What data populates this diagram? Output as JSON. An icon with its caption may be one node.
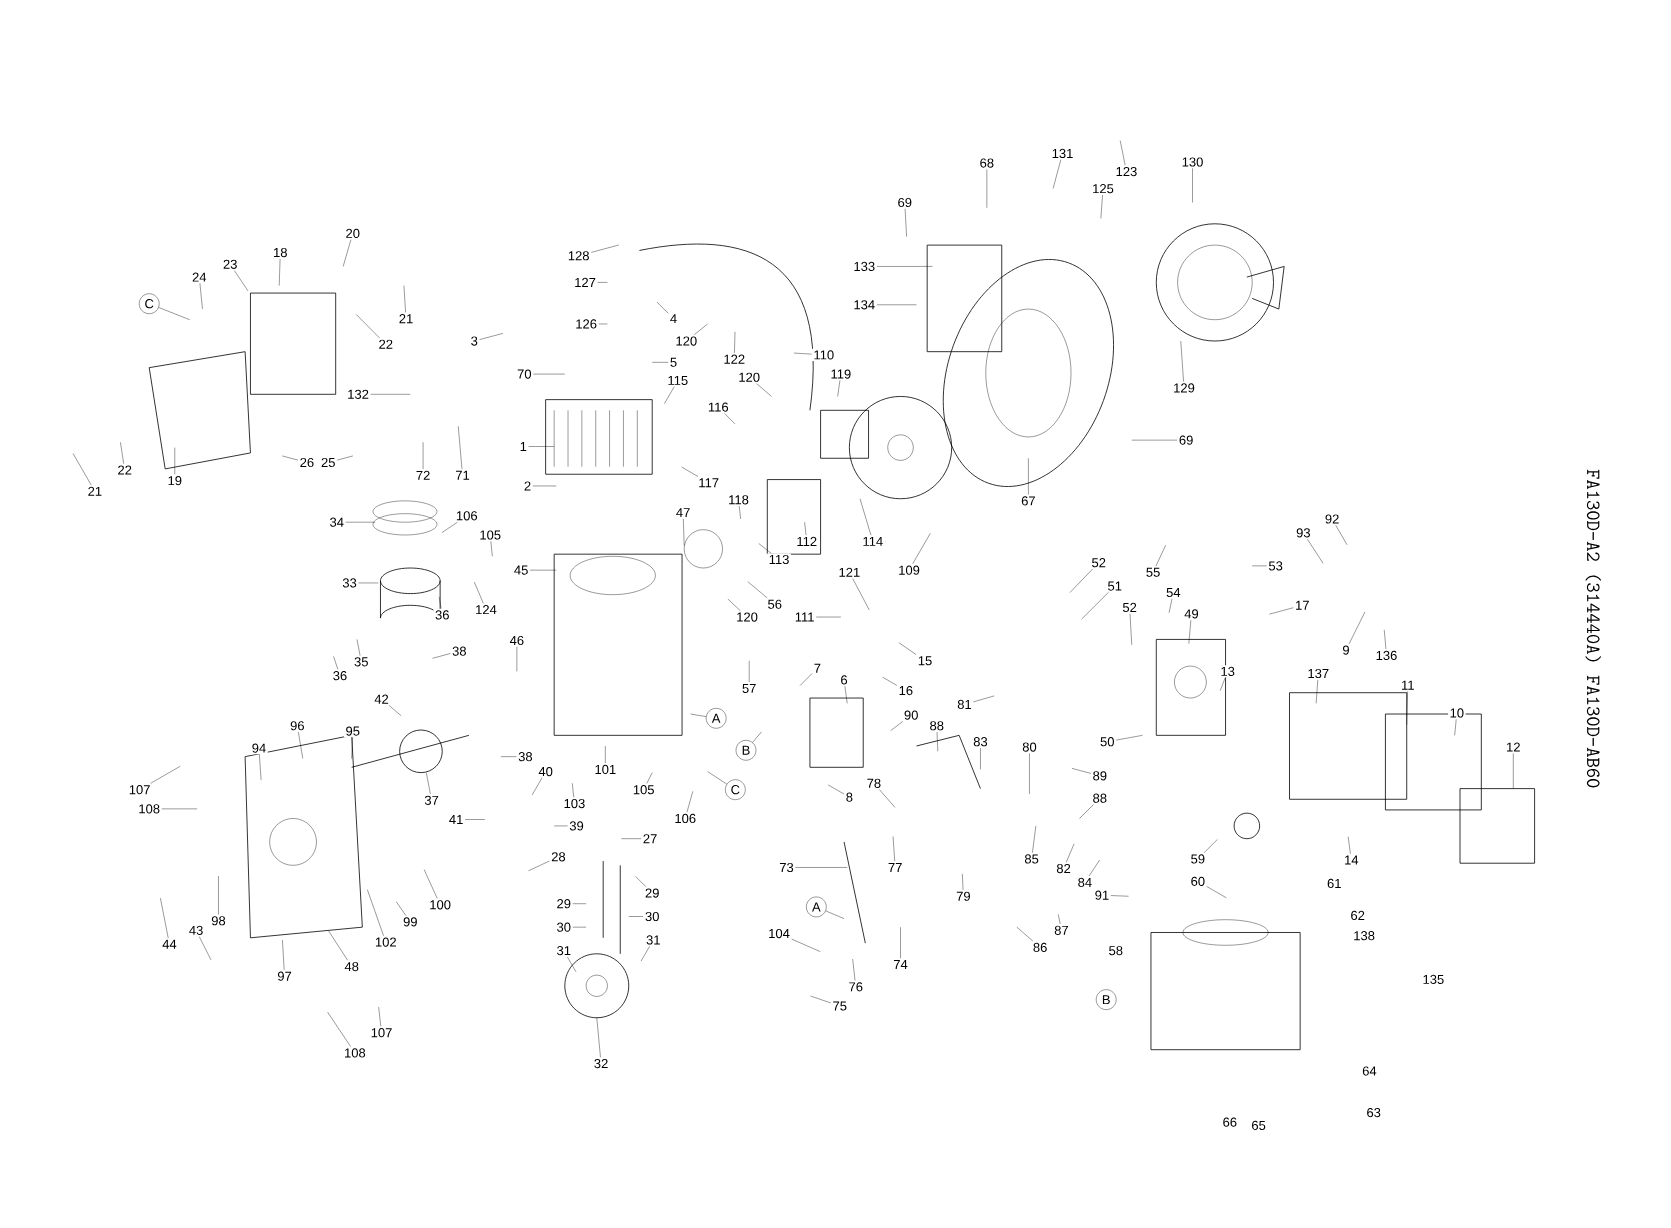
{
  "diagram": {
    "title": "FA130D-A2 (314440A) FA130D-AB60",
    "nodes": [
      {
        "text": [
          "131"
        ]
      },
      {
        "text": [
          "68"
        ]
      },
      {
        "text": [
          "123"
        ]
      },
      {
        "text": [
          "130"
        ]
      },
      {
        "text": [
          "125"
        ]
      },
      {
        "text": [
          "20"
        ]
      },
      {
        "text": [
          "69"
        ]
      },
      {
        "text": [
          "128"
        ]
      },
      {
        "text": [
          "23"
        ]
      },
      {
        "text": [
          "18"
        ]
      },
      {
        "text": [
          "24"
        ]
      },
      {
        "text": [
          "C"
        ]
      },
      {
        "text": [
          "133"
        ]
      },
      {
        "text": [
          "127"
        ]
      },
      {
        "text": [
          "21"
        ]
      },
      {
        "text": [
          "22"
        ]
      },
      {
        "text": [
          "134"
        ]
      },
      {
        "text": [
          "4"
        ]
      },
      {
        "text": [
          "126"
        ]
      },
      {
        "text": [
          "3"
        ]
      },
      {
        "text": [
          "120"
        ]
      },
      {
        "text": [
          "122"
        ]
      },
      {
        "text": [
          "5"
        ]
      },
      {
        "text": [
          "70"
        ]
      },
      {
        "text": [
          "110"
        ]
      },
      {
        "text": [
          "119"
        ]
      },
      {
        "text": [
          "120"
        ]
      },
      {
        "text": [
          "115"
        ]
      },
      {
        "text": [
          "116"
        ]
      },
      {
        "text": [
          "132"
        ]
      },
      {
        "text": [
          "129"
        ]
      },
      {
        "text": [
          "69"
        ]
      },
      {
        "text": [
          "21"
        ]
      },
      {
        "text": [
          "22"
        ]
      },
      {
        "text": [
          "19"
        ]
      },
      {
        "text": [
          "26"
        ]
      },
      {
        "text": [
          "25"
        ]
      },
      {
        "text": [
          "72"
        ]
      },
      {
        "text": [
          "71"
        ]
      },
      {
        "text": [
          "1"
        ]
      },
      {
        "text": [
          "2"
        ]
      },
      {
        "text": [
          "67"
        ]
      },
      {
        "text": [
          "109"
        ]
      },
      {
        "text": [
          "114"
        ]
      },
      {
        "text": [
          "117"
        ]
      },
      {
        "text": [
          "118"
        ]
      },
      {
        "text": [
          "112"
        ]
      },
      {
        "text": [
          "113"
        ]
      },
      {
        "text": [
          "121"
        ]
      },
      {
        "text": [
          "111"
        ]
      },
      {
        "text": [
          "34"
        ]
      },
      {
        "text": [
          "106"
        ]
      },
      {
        "text": [
          "105"
        ]
      },
      {
        "text": [
          "47"
        ]
      },
      {
        "text": [
          "45"
        ]
      },
      {
        "text": [
          "33"
        ]
      },
      {
        "text": [
          "36"
        ]
      },
      {
        "text": [
          "124"
        ]
      },
      {
        "text": [
          "120"
        ]
      },
      {
        "text": [
          "56"
        ]
      },
      {
        "text": [
          "38"
        ]
      },
      {
        "text": [
          "36"
        ]
      },
      {
        "text": [
          "35"
        ]
      },
      {
        "text": [
          "46"
        ]
      },
      {
        "text": [
          "57"
        ]
      },
      {
        "text": [
          "42"
        ]
      },
      {
        "text": [
          "A"
        ]
      },
      {
        "text": [
          "B"
        ]
      },
      {
        "text": [
          "101"
        ]
      },
      {
        "text": [
          "C"
        ]
      },
      {
        "text": [
          "96"
        ]
      },
      {
        "text": [
          "94"
        ]
      },
      {
        "text": [
          "95"
        ]
      },
      {
        "text": [
          "38"
        ]
      },
      {
        "text": [
          "40"
        ]
      },
      {
        "text": [
          "107"
        ]
      },
      {
        "text": [
          "108"
        ]
      },
      {
        "text": [
          "37"
        ]
      },
      {
        "text": [
          "103"
        ]
      },
      {
        "text": [
          "105"
        ]
      },
      {
        "text": [
          "106"
        ]
      },
      {
        "text": [
          "41"
        ]
      },
      {
        "text": [
          "39"
        ]
      },
      {
        "text": [
          "28"
        ]
      },
      {
        "text": [
          "27"
        ]
      },
      {
        "text": [
          "29"
        ]
      },
      {
        "text": [
          "29"
        ]
      },
      {
        "text": [
          "30"
        ]
      },
      {
        "text": [
          "30"
        ]
      },
      {
        "text": [
          "31"
        ]
      },
      {
        "text": [
          "31"
        ]
      },
      {
        "text": [
          "32"
        ]
      },
      {
        "text": [
          "44"
        ]
      },
      {
        "text": [
          "43"
        ]
      },
      {
        "text": [
          "98"
        ]
      },
      {
        "text": [
          "97"
        ]
      },
      {
        "text": [
          "48"
        ]
      },
      {
        "text": [
          "102"
        ]
      },
      {
        "text": [
          "99"
        ]
      },
      {
        "text": [
          "100"
        ]
      },
      {
        "text": [
          "108"
        ]
      },
      {
        "text": [
          "107"
        ]
      },
      {
        "text": [
          "15"
        ]
      },
      {
        "text": [
          "16"
        ]
      },
      {
        "text": [
          "7"
        ]
      },
      {
        "text": [
          "6"
        ]
      },
      {
        "text": [
          "8"
        ]
      },
      {
        "text": [
          "90"
        ]
      },
      {
        "text": [
          "88"
        ]
      },
      {
        "text": [
          "81"
        ]
      },
      {
        "text": [
          "83"
        ]
      },
      {
        "text": [
          "80"
        ]
      },
      {
        "text": [
          "89"
        ]
      },
      {
        "text": [
          "88"
        ]
      },
      {
        "text": [
          "78"
        ]
      },
      {
        "text": [
          "77"
        ]
      },
      {
        "text": [
          "79"
        ]
      },
      {
        "text": [
          "73"
        ]
      },
      {
        "text": [
          "A"
        ]
      },
      {
        "text": [
          "104"
        ]
      },
      {
        "text": [
          "74"
        ]
      },
      {
        "text": [
          "75"
        ]
      },
      {
        "text": [
          "76"
        ]
      },
      {
        "text": [
          "85"
        ]
      },
      {
        "text": [
          "82"
        ]
      },
      {
        "text": [
          "84"
        ]
      },
      {
        "text": [
          "91"
        ]
      },
      {
        "text": [
          "86"
        ]
      },
      {
        "text": [
          "87"
        ]
      },
      {
        "text": [
          "52"
        ]
      },
      {
        "text": [
          "51"
        ]
      },
      {
        "text": [
          "52"
        ]
      },
      {
        "text": [
          "55"
        ]
      },
      {
        "text": [
          "54"
        ]
      },
      {
        "text": [
          "49"
        ]
      },
      {
        "text": [
          "13"
        ]
      },
      {
        "text": [
          "50"
        ]
      },
      {
        "text": [
          "53"
        ]
      },
      {
        "text": [
          "93"
        ]
      },
      {
        "text": [
          "92"
        ]
      },
      {
        "text": [
          "17"
        ]
      },
      {
        "text": [
          "9"
        ]
      },
      {
        "text": [
          "137"
        ]
      },
      {
        "text": [
          "136"
        ]
      },
      {
        "text": [
          "11"
        ]
      },
      {
        "text": [
          "10"
        ]
      },
      {
        "text": [
          "12"
        ]
      },
      {
        "text": [
          "14"
        ]
      },
      {
        "text": [
          "59"
        ]
      },
      {
        "text": [
          "60"
        ]
      },
      {
        "text": [
          "61"
        ]
      },
      {
        "text": [
          "62"
        ]
      },
      {
        "text": [
          "138"
        ]
      },
      {
        "text": [
          "58"
        ]
      },
      {
        "text": [
          "135"
        ]
      },
      {
        "text": [
          "B"
        ]
      },
      {
        "text": [
          "64"
        ]
      },
      {
        "text": [
          "63"
        ]
      },
      {
        "text": [
          "66"
        ]
      },
      {
        "text": [
          "65"
        ]
      }
    ],
    "edges": [
      {
        "from": 0,
        "to": null,
        "arrow": "none"
      },
      {
        "from": 1,
        "to": null,
        "arrow": "none"
      },
      {
        "from": 2,
        "to": null,
        "arrow": "none"
      },
      {
        "from": 3,
        "to": null,
        "arrow": "none"
      },
      {
        "from": 4,
        "to": null,
        "arrow": "none"
      },
      {
        "from": 5,
        "to": null,
        "arrow": "none"
      },
      {
        "from": 6,
        "to": null,
        "arrow": "none"
      },
      {
        "from": 7,
        "to": null,
        "arrow": "none"
      },
      {
        "from": 8,
        "to": null,
        "arrow": "none"
      },
      {
        "from": 9,
        "to": null,
        "arrow": "none"
      },
      {
        "from": 10,
        "to": null,
        "arrow": "none"
      },
      {
        "from": 11,
        "to": null,
        "arrow": "none"
      },
      {
        "from": 12,
        "to": null,
        "arrow": "none"
      },
      {
        "from": 13,
        "to": null,
        "arrow": "none"
      },
      {
        "from": 14,
        "to": null,
        "arrow": "none"
      },
      {
        "from": 15,
        "to": null,
        "arrow": "none"
      },
      {
        "from": 16,
        "to": null,
        "arrow": "none"
      },
      {
        "from": 17,
        "to": null,
        "arrow": "none"
      },
      {
        "from": 18,
        "to": null,
        "arrow": "none"
      },
      {
        "from": 19,
        "to": null,
        "arrow": "none"
      },
      {
        "from": 20,
        "to": null,
        "arrow": "none"
      },
      {
        "from": 21,
        "to": null,
        "arrow": "none"
      },
      {
        "from": 22,
        "to": null,
        "arrow": "none"
      },
      {
        "from": 23,
        "to": null,
        "arrow": "none"
      },
      {
        "from": 24,
        "to": null,
        "arrow": "none"
      },
      {
        "from": 25,
        "to": null,
        "arrow": "none"
      },
      {
        "from": 26,
        "to": null,
        "arrow": "none"
      },
      {
        "from": 27,
        "to": null,
        "arrow": "none"
      },
      {
        "from": 28,
        "to": null,
        "arrow": "none"
      },
      {
        "from": 29,
        "to": null,
        "arrow": "none"
      },
      {
        "from": 30,
        "to": null,
        "arrow": "none"
      },
      {
        "from": 31,
        "to": null,
        "arrow": "none"
      },
      {
        "from": 32,
        "to": null,
        "arrow": "none"
      },
      {
        "from": 33,
        "to": null,
        "arrow": "none"
      },
      {
        "from": 34,
        "to": null,
        "arrow": "none"
      },
      {
        "from": 35,
        "to": null,
        "arrow": "none"
      },
      {
        "from": 36,
        "to": null,
        "arrow": "none"
      },
      {
        "from": 37,
        "to": null,
        "arrow": "none"
      },
      {
        "from": 38,
        "to": null,
        "arrow": "none"
      },
      {
        "from": 39,
        "to": null,
        "arrow": "none"
      },
      {
        "from": 40,
        "to": null,
        "arrow": "none"
      },
      {
        "from": 41,
        "to": null,
        "arrow": "none"
      },
      {
        "from": 42,
        "to": null,
        "arrow": "none"
      },
      {
        "from": 43,
        "to": null,
        "arrow": "none"
      },
      {
        "from": 44,
        "to": null,
        "arrow": "none"
      },
      {
        "from": 45,
        "to": null,
        "arrow": "none"
      },
      {
        "from": 46,
        "to": null,
        "arrow": "none"
      },
      {
        "from": 47,
        "to": null,
        "arrow": "none"
      },
      {
        "from": 48,
        "to": null,
        "arrow": "none"
      },
      {
        "from": 49,
        "to": null,
        "arrow": "none"
      },
      {
        "from": 50,
        "to": null,
        "arrow": "none"
      },
      {
        "from": 51,
        "to": null,
        "arrow": "none"
      },
      {
        "from": 52,
        "to": null,
        "arrow": "none"
      },
      {
        "from": 53,
        "to": null,
        "arrow": "none"
      },
      {
        "from": 54,
        "to": null,
        "arrow": "none"
      },
      {
        "from": 55,
        "to": null,
        "arrow": "none"
      },
      {
        "from": 56,
        "to": null,
        "arrow": "none"
      },
      {
        "from": 57,
        "to": null,
        "arrow": "none"
      },
      {
        "from": 58,
        "to": null,
        "arrow": "none"
      },
      {
        "from": 59,
        "to": null,
        "arrow": "none"
      },
      {
        "from": 60,
        "to": null,
        "arrow": "none"
      },
      {
        "from": 61,
        "to": null,
        "arrow": "none"
      },
      {
        "from": 62,
        "to": null,
        "arrow": "none"
      },
      {
        "from": 63,
        "to": null,
        "arrow": "none"
      },
      {
        "from": 64,
        "to": null,
        "arrow": "none"
      },
      {
        "from": 65,
        "to": null,
        "arrow": "none"
      },
      {
        "from": 66,
        "to": null,
        "arrow": "none"
      },
      {
        "from": 67,
        "to": null,
        "arrow": "none"
      },
      {
        "from": 68,
        "to": null,
        "arrow": "none"
      },
      {
        "from": 69,
        "to": null,
        "arrow": "none"
      },
      {
        "from": 70,
        "to": null,
        "arrow": "none"
      },
      {
        "from": 71,
        "to": null,
        "arrow": "none"
      },
      {
        "from": 72,
        "to": null,
        "arrow": "none"
      },
      {
        "from": 73,
        "to": null,
        "arrow": "none"
      },
      {
        "from": 74,
        "to": null,
        "arrow": "none"
      },
      {
        "from": 75,
        "to": null,
        "arrow": "none"
      },
      {
        "from": 76,
        "to": null,
        "arrow": "none"
      },
      {
        "from": 77,
        "to": null,
        "arrow": "none"
      },
      {
        "from": 78,
        "to": null,
        "arrow": "none"
      },
      {
        "from": 79,
        "to": null,
        "arrow": "none"
      },
      {
        "from": 80,
        "to": null,
        "arrow": "none"
      },
      {
        "from": 81,
        "to": null,
        "arrow": "none"
      },
      {
        "from": 82,
        "to": null,
        "arrow": "none"
      },
      {
        "from": 83,
        "to": null,
        "arrow": "none"
      },
      {
        "from": 84,
        "to": null,
        "arrow": "none"
      },
      {
        "from": 85,
        "to": null,
        "arrow": "none"
      },
      {
        "from": 86,
        "to": null,
        "arrow": "none"
      },
      {
        "from": 87,
        "to": null,
        "arrow": "none"
      },
      {
        "from": 88,
        "to": null,
        "arrow": "none"
      },
      {
        "from": 89,
        "to": null,
        "arrow": "none"
      },
      {
        "from": 90,
        "to": null,
        "arrow": "none"
      },
      {
        "from": 91,
        "to": null,
        "arrow": "none"
      },
      {
        "from": 92,
        "to": null,
        "arrow": "none"
      },
      {
        "from": 93,
        "to": null,
        "arrow": "none"
      },
      {
        "from": 94,
        "to": null,
        "arrow": "none"
      },
      {
        "from": 95,
        "to": null,
        "arrow": "none"
      },
      {
        "from": 96,
        "to": null,
        "arrow": "none"
      },
      {
        "from": 97,
        "to": null,
        "arrow": "none"
      },
      {
        "from": 98,
        "to": null,
        "arrow": "none"
      },
      {
        "from": 99,
        "to": null,
        "arrow": "none"
      },
      {
        "from": 100,
        "to": null,
        "arrow": "none"
      },
      {
        "from": 101,
        "to": null,
        "arrow": "none"
      },
      {
        "from": 102,
        "to": null,
        "arrow": "none"
      },
      {
        "from": 103,
        "to": null,
        "arrow": "none"
      },
      {
        "from": 104,
        "to": null,
        "arrow": "none"
      },
      {
        "from": 105,
        "to": null,
        "arrow": "none"
      },
      {
        "from": 106,
        "to": null,
        "arrow": "none"
      },
      {
        "from": 107,
        "to": null,
        "arrow": "none"
      },
      {
        "from": 108,
        "to": null,
        "arrow": "none"
      },
      {
        "from": 109,
        "to": null,
        "arrow": "none"
      },
      {
        "from": 110,
        "to": null,
        "arrow": "none"
      },
      {
        "from": 111,
        "to": null,
        "arrow": "none"
      },
      {
        "from": 112,
        "to": null,
        "arrow": "none"
      },
      {
        "from": 113,
        "to": null,
        "arrow": "none"
      },
      {
        "from": 114,
        "to": null,
        "arrow": "none"
      },
      {
        "from": 115,
        "to": null,
        "arrow": "none"
      },
      {
        "from": 116,
        "to": null,
        "arrow": "none"
      },
      {
        "from": 117,
        "to": null,
        "arrow": "none"
      },
      {
        "from": 118,
        "to": null,
        "arrow": "none"
      },
      {
        "from": 119,
        "to": null,
        "arrow": "none"
      },
      {
        "from": 120,
        "to": null,
        "arrow": "none"
      },
      {
        "from": 121,
        "to": null,
        "arrow": "none"
      },
      {
        "from": 122,
        "to": null,
        "arrow": "none"
      },
      {
        "from": 123,
        "to": null,
        "arrow": "none"
      },
      {
        "from": 124,
        "to": null,
        "arrow": "none"
      },
      {
        "from": 125,
        "to": null,
        "arrow": "none"
      },
      {
        "from": 126,
        "to": null,
        "arrow": "none"
      },
      {
        "from": 127,
        "to": null,
        "arrow": "none"
      },
      {
        "from": 128,
        "to": null,
        "arrow": "none"
      },
      {
        "from": 129,
        "to": null,
        "arrow": "none"
      },
      {
        "from": 130,
        "to": null,
        "arrow": "none"
      },
      {
        "from": 131,
        "to": null,
        "arrow": "none"
      },
      {
        "from": 132,
        "to": null,
        "arrow": "none"
      },
      {
        "from": 133,
        "to": null,
        "arrow": "none"
      },
      {
        "from": 134,
        "to": null,
        "arrow": "none"
      },
      {
        "from": 135,
        "to": null,
        "arrow": "none"
      },
      {
        "from": 136,
        "to": null,
        "arrow": "none"
      },
      {
        "from": 137,
        "to": null,
        "arrow": "none"
      },
      {
        "from": 138,
        "to": null,
        "arrow": "none"
      },
      {
        "from": 139,
        "to": null,
        "arrow": "none"
      },
      {
        "from": 140,
        "to": null,
        "arrow": "none"
      },
      {
        "from": 141,
        "to": null,
        "arrow": "none"
      },
      {
        "from": 142,
        "to": null,
        "arrow": "none"
      },
      {
        "from": 143,
        "to": null,
        "arrow": "none"
      },
      {
        "from": 144,
        "to": null,
        "arrow": "none"
      },
      {
        "from": 145,
        "to": null,
        "arrow": "none"
      },
      {
        "from": 146,
        "to": null,
        "arrow": "none"
      },
      {
        "from": 147,
        "to": null,
        "arrow": "none"
      },
      {
        "from": 148,
        "to": null,
        "arrow": "none"
      },
      {
        "from": 149,
        "to": null,
        "arrow": "none"
      }
    ]
  }
}
